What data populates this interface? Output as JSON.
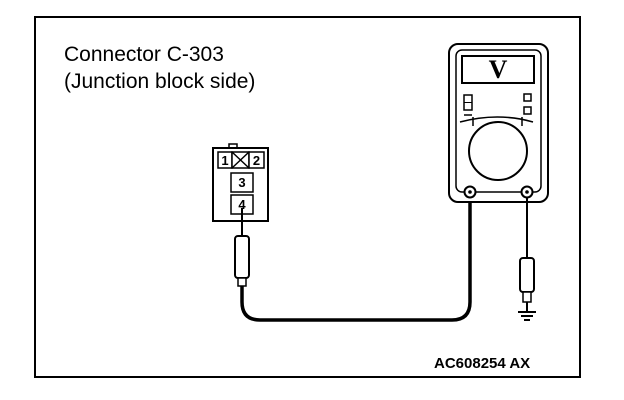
{
  "title": {
    "line1": "Connector C-303",
    "line2": "(Junction block side)"
  },
  "connector": {
    "pins": [
      "1",
      "2",
      "3",
      "4"
    ]
  },
  "meter": {
    "unit": "V"
  },
  "figure_id": "AC608254 AX"
}
